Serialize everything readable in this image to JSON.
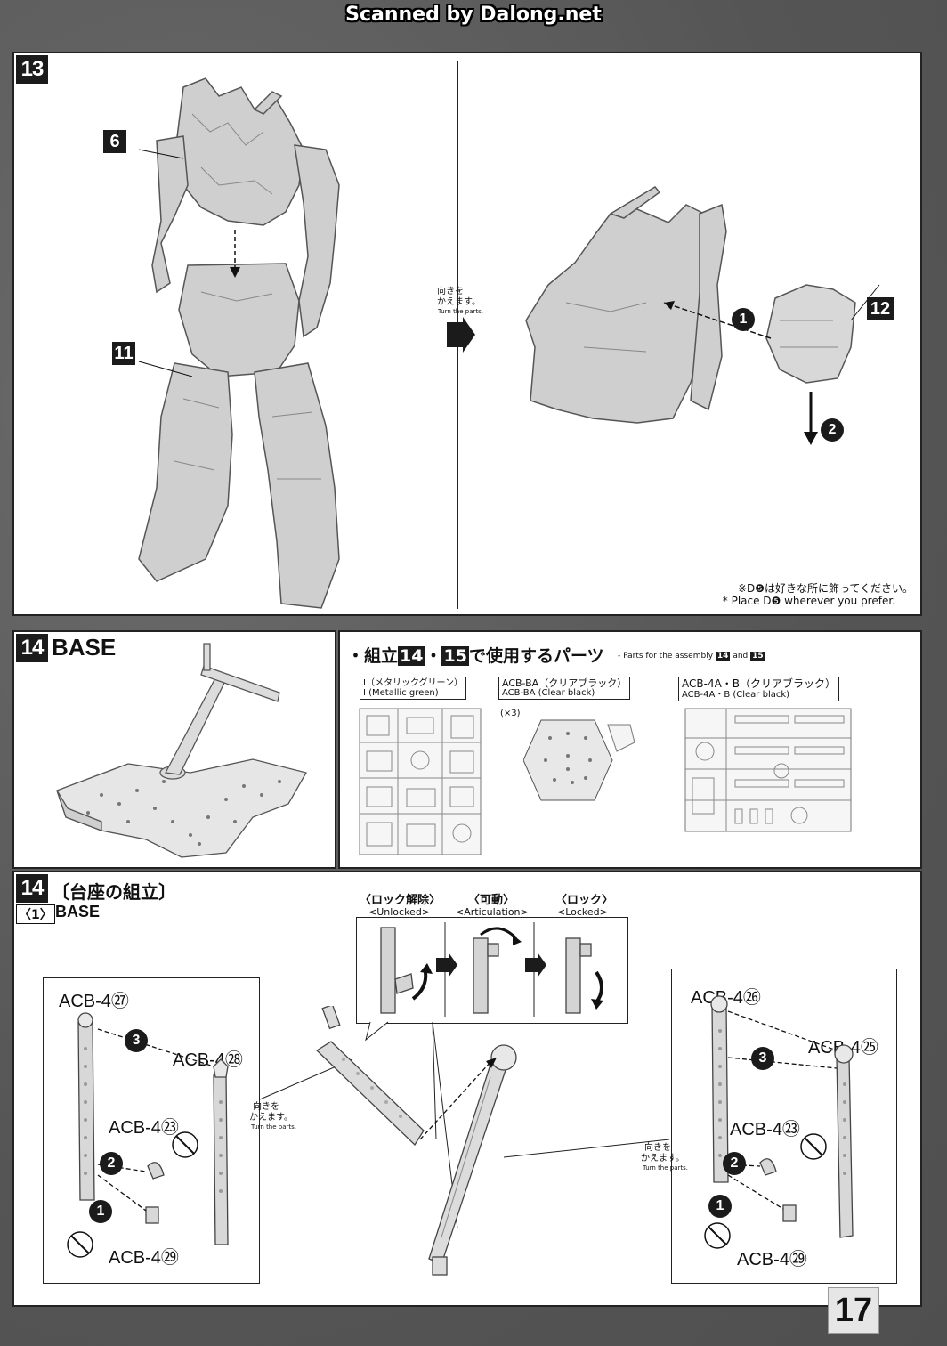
{
  "header": {
    "scanned_by": "Scanned by Dalong.net"
  },
  "step13": {
    "number": "13",
    "callouts": {
      "c6": "6",
      "c11": "11",
      "c12": "12"
    },
    "turn_jp_1": "向きを",
    "turn_jp_2": "かえます。",
    "turn_en": "Turn the parts.",
    "order1": "1",
    "order2": "2",
    "note_jp": "※D❺は好きな所に飾ってください。",
    "note_en": "* Place D❺ wherever you prefer."
  },
  "step14_base": {
    "number": "14",
    "title": "BASE",
    "parts_heading": "・組立",
    "parts_heading_14": "14",
    "parts_dot": "・",
    "parts_heading_15": "15",
    "parts_heading_end": "で使用するパーツ",
    "parts_en_prefix": "- Parts for the assembly",
    "parts_en_and": "and",
    "runners": [
      {
        "jp": "I（メタリックグリーン）",
        "en": "I (Metallic green)",
        "qty": ""
      },
      {
        "jp": "ACB-BA（クリアブラック）",
        "en": "ACB-BA (Clear black)",
        "qty": "(×3)"
      },
      {
        "jp": "ACB-4A・B（クリアブラック）",
        "en": "ACB-4A・B (Clear black)",
        "qty": ""
      }
    ]
  },
  "step14_assembly": {
    "number": "14",
    "title_jp": "〔台座の組立〕",
    "sub_number": "〈1〉",
    "sub_title": "BASE",
    "modes": [
      {
        "jp": "〈ロック解除〉",
        "en": "<Unlocked>"
      },
      {
        "jp": "〈可動〉",
        "en": "<Articulation>"
      },
      {
        "jp": "〈ロック〉",
        "en": "<Locked>"
      }
    ],
    "left": {
      "p27": "ACB-4㉗",
      "p28": "ACB-4㉘",
      "p23": "ACB-4㉓",
      "p29": "ACB-4㉙"
    },
    "right": {
      "p26": "ACB-4㉖",
      "p25": "ACB-4㉕",
      "p23": "ACB-4㉓",
      "p29": "ACB-4㉙"
    },
    "turn_jp_1": "向きを",
    "turn_jp_2": "かえます。",
    "turn_en": "Turn the parts.",
    "n1": "1",
    "n2": "2",
    "n3": "3"
  },
  "page_number": "17"
}
